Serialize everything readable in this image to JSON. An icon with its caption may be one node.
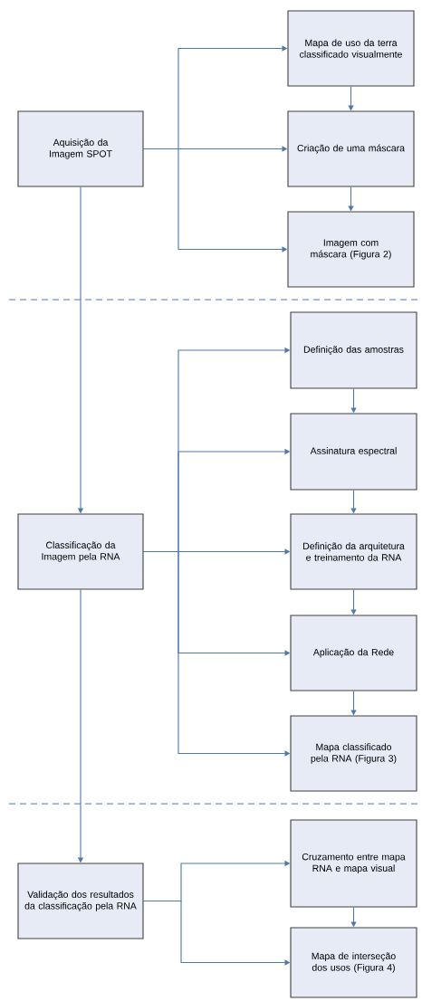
{
  "diagram": {
    "nodes": [
      {
        "text": [
          "Aquisição da Imagem SPOT"
        ]
      },
      {
        "text": [
          "Mapa de uso da terra classificado visualmente"
        ]
      },
      {
        "text": [
          "Criação de uma máscara"
        ]
      },
      {
        "text": [
          "Imagem com máscara (Figura 2)"
        ]
      },
      {
        "text": [
          "Classificação da Imagem pela RNA"
        ]
      },
      {
        "text": [
          "Definição das amostras"
        ]
      },
      {
        "text": [
          "Assinatura espectral"
        ]
      },
      {
        "text": [
          "Definição da arquitetura e treinamento da RNA"
        ]
      },
      {
        "text": [
          "Aplicação da Rede"
        ]
      },
      {
        "text": [
          "Mapa classificado pela RNA (Figura 3)"
        ]
      },
      {
        "text": [
          "Validação dos resultados da classificação pela RNA"
        ]
      },
      {
        "text": [
          "Cruzamento entre mapa RNA e mapa visual"
        ]
      },
      {
        "text": [
          "Mapa de interseção dos usos (Figura 4)"
        ]
      }
    ],
    "edges": [
      {
        "from": 0,
        "to": 1,
        "arrow": "to"
      },
      {
        "from": 0,
        "to": 2,
        "arrow": "to"
      },
      {
        "from": 0,
        "to": 3,
        "arrow": "to"
      },
      {
        "from": 1,
        "to": 2,
        "arrow": "to"
      },
      {
        "from": 2,
        "to": 3,
        "arrow": "to"
      },
      {
        "from": 0,
        "to": 4,
        "arrow": "to"
      },
      {
        "from": 4,
        "to": 5,
        "arrow": "to"
      },
      {
        "from": 4,
        "to": 6,
        "arrow": "to"
      },
      {
        "from": 4,
        "to": 7,
        "arrow": "to"
      },
      {
        "from": 4,
        "to": 8,
        "arrow": "to"
      },
      {
        "from": 4,
        "to": 9,
        "arrow": "to"
      },
      {
        "from": 5,
        "to": 6,
        "arrow": "to"
      },
      {
        "from": 6,
        "to": 7,
        "arrow": "to"
      },
      {
        "from": 7,
        "to": 8,
        "arrow": "to"
      },
      {
        "from": 8,
        "to": 9,
        "arrow": "to"
      },
      {
        "from": 4,
        "to": 10,
        "arrow": "to"
      },
      {
        "from": 10,
        "to": 11,
        "arrow": "to"
      },
      {
        "from": 10,
        "to": 12,
        "arrow": "to"
      },
      {
        "from": 11,
        "to": 12,
        "arrow": "to"
      }
    ]
  }
}
